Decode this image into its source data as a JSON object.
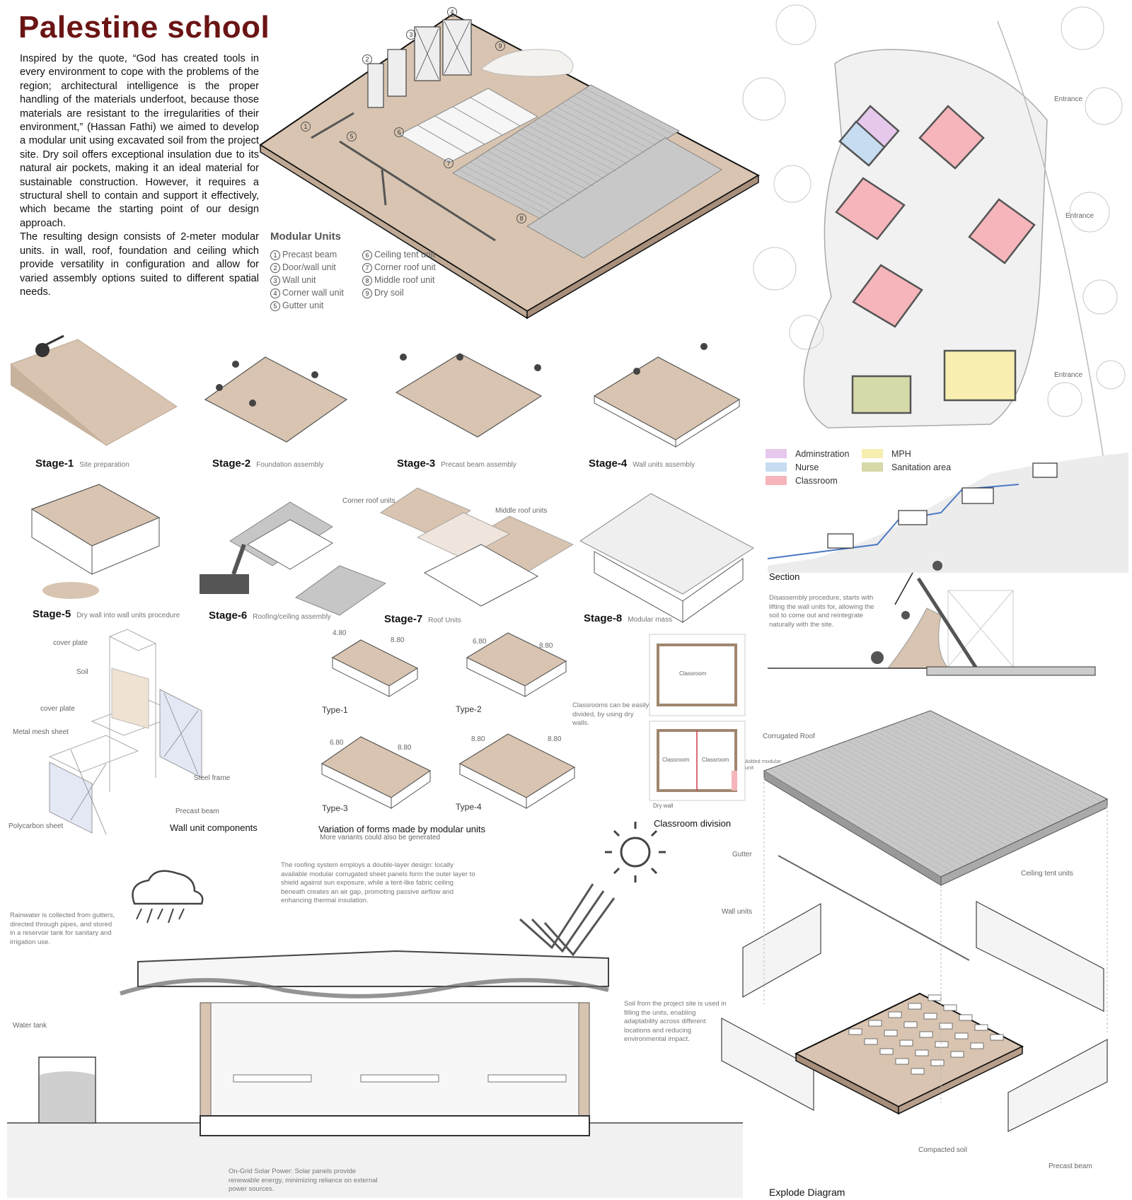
{
  "title": "Palestine school",
  "intro": {
    "p1": "Inspired by the quote, “God has created tools in every environment to cope with the problems of the region; architectural intelligence is the proper handling of the materials underfoot, because those materials are resistant to the irregularities of their environment,” (Hassan Fathi) we aimed to develop a modular unit using excavated soil from the project site. Dry soil offers exceptional insulation due to its natural air pockets, making it an ideal material for sustainable construction. However, it requires a structural shell to contain and support it effectively, which became the starting point of our design approach.",
    "p2": "The resulting design consists of 2-meter modular units. in wall, roof, foundation and ceiling which provide versatility in configuration and allow for varied assembly options suited to different spatial needs."
  },
  "modular_units": {
    "title": "Modular Units",
    "col1": [
      {
        "n": "1",
        "label": "Precast beam"
      },
      {
        "n": "2",
        "label": "Door/wall unit"
      },
      {
        "n": "3",
        "label": "Wall unit"
      },
      {
        "n": "4",
        "label": "Corner wall unit"
      },
      {
        "n": "5",
        "label": "Gutter unit"
      }
    ],
    "col2": [
      {
        "n": "6",
        "label": "Ceiling tent unit"
      },
      {
        "n": "7",
        "label": "Corner roof unit"
      },
      {
        "n": "8",
        "label": "Middle roof unit"
      },
      {
        "n": "9",
        "label": "Dry soil"
      }
    ],
    "callouts": [
      "1",
      "2",
      "3",
      "4",
      "5",
      "6",
      "7",
      "8",
      "9"
    ]
  },
  "stages": [
    {
      "name": "Stage-1",
      "desc": "Site preparation"
    },
    {
      "name": "Stage-2",
      "desc": "Foundation assembly"
    },
    {
      "name": "Stage-3",
      "desc": "Precast beam assembly"
    },
    {
      "name": "Stage-4",
      "desc": "Wall units assembly"
    },
    {
      "name": "Stage-5",
      "desc": "Dry wall into wall units procedure"
    },
    {
      "name": "Stage-6",
      "desc": "Roofing/ceiling assembly"
    },
    {
      "name": "Stage-7",
      "desc": "Roof Units"
    },
    {
      "name": "Stage-8",
      "desc": "Modular mass"
    }
  ],
  "stage7_labels": {
    "corner": "Corner roof units",
    "middle": "Middle roof units"
  },
  "site_plan": {
    "entrances": [
      "Entrance",
      "Entrance",
      "Entrance"
    ],
    "legend": [
      {
        "label": "Adminstration",
        "color": "#e6c8ec"
      },
      {
        "label": "Nurse",
        "color": "#c6dcf0"
      },
      {
        "label": "Classroom",
        "color": "#f5b5bb"
      },
      {
        "label": "MPH",
        "color": "#f7eeb0"
      },
      {
        "label": "Sanitation area",
        "color": "#d6d9a8"
      }
    ]
  },
  "section": {
    "title": "Section",
    "note": "Disassembly procedure, starts with lifting the wall units for, allowing the soil to come out and reintegrate naturally with the site."
  },
  "wall_unit": {
    "title": "Wall unit components",
    "labels": [
      "cover plate",
      "Soil",
      "cover plate",
      "Metal mesh sheet",
      "Steel frame",
      "Precast beam",
      "Polycarbon sheet"
    ]
  },
  "variations": {
    "title": "Variation of forms made by modular units",
    "subtitle": "More variants could also be generated",
    "types": [
      {
        "name": "Type-1",
        "d1": "4.80",
        "d2": "8.80"
      },
      {
        "name": "Type-2",
        "d1": "6.80",
        "d2": "8.80"
      },
      {
        "name": "Type-3",
        "d1": "6.80",
        "d2": "8.80"
      },
      {
        "name": "Type-4",
        "d1": "8.80",
        "d2": "8.80"
      }
    ]
  },
  "classroom_division": {
    "title": "Classroom division",
    "note": "Classrooms can be easily divided, by using dry walls.",
    "room": "Classroom",
    "added": "Added modular unit",
    "drywall": "Dry wall"
  },
  "explode": {
    "title": "Explode Diagram",
    "labels": [
      "Corrugated Roof",
      "Gutter",
      "Ceiling tent units",
      "Wall units",
      "Compacted soil",
      "Precast beam"
    ]
  },
  "climate": {
    "roof_note": "The roofing system employs a double-layer design: locally available modular corrugated sheet panels form the outer layer to shield against sun exposure, while a tent-like fabric ceiling beneath creates an air gap, promoting passive airflow and enhancing thermal insulation.",
    "rain_note": "Rainwater is collected from gutters, directed through pipes, and stored in a reservoir tank for sanitary and irrigation use.",
    "water_tank": "Water tank",
    "soil_note": "Soil from the project site is used in filling the units, enabling adaptability across different locations and reducing environmental impact.",
    "solar_note": "On-Grid Solar Power: Solar panels provide renewable energy, minimizing reliance on external power sources."
  },
  "colors": {
    "title": "#6b1414",
    "soil": "#d8c4b0",
    "line": "#444444"
  }
}
